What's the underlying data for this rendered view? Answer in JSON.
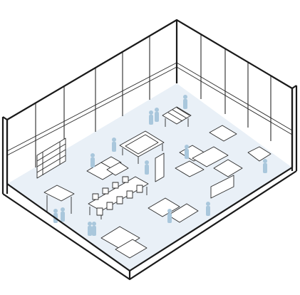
{
  "colors": {
    "floor": "#e9f0f7",
    "wall": "#ffffff",
    "line": "#1a1a1a",
    "people": "#a9c7dc"
  },
  "scene": {
    "figures": "people-silhouettes",
    "furniture": [
      "pool-table",
      "foosball-table",
      "long-conference-table",
      "shelving-unit",
      "lounge-seating",
      "standing-partitions"
    ]
  }
}
